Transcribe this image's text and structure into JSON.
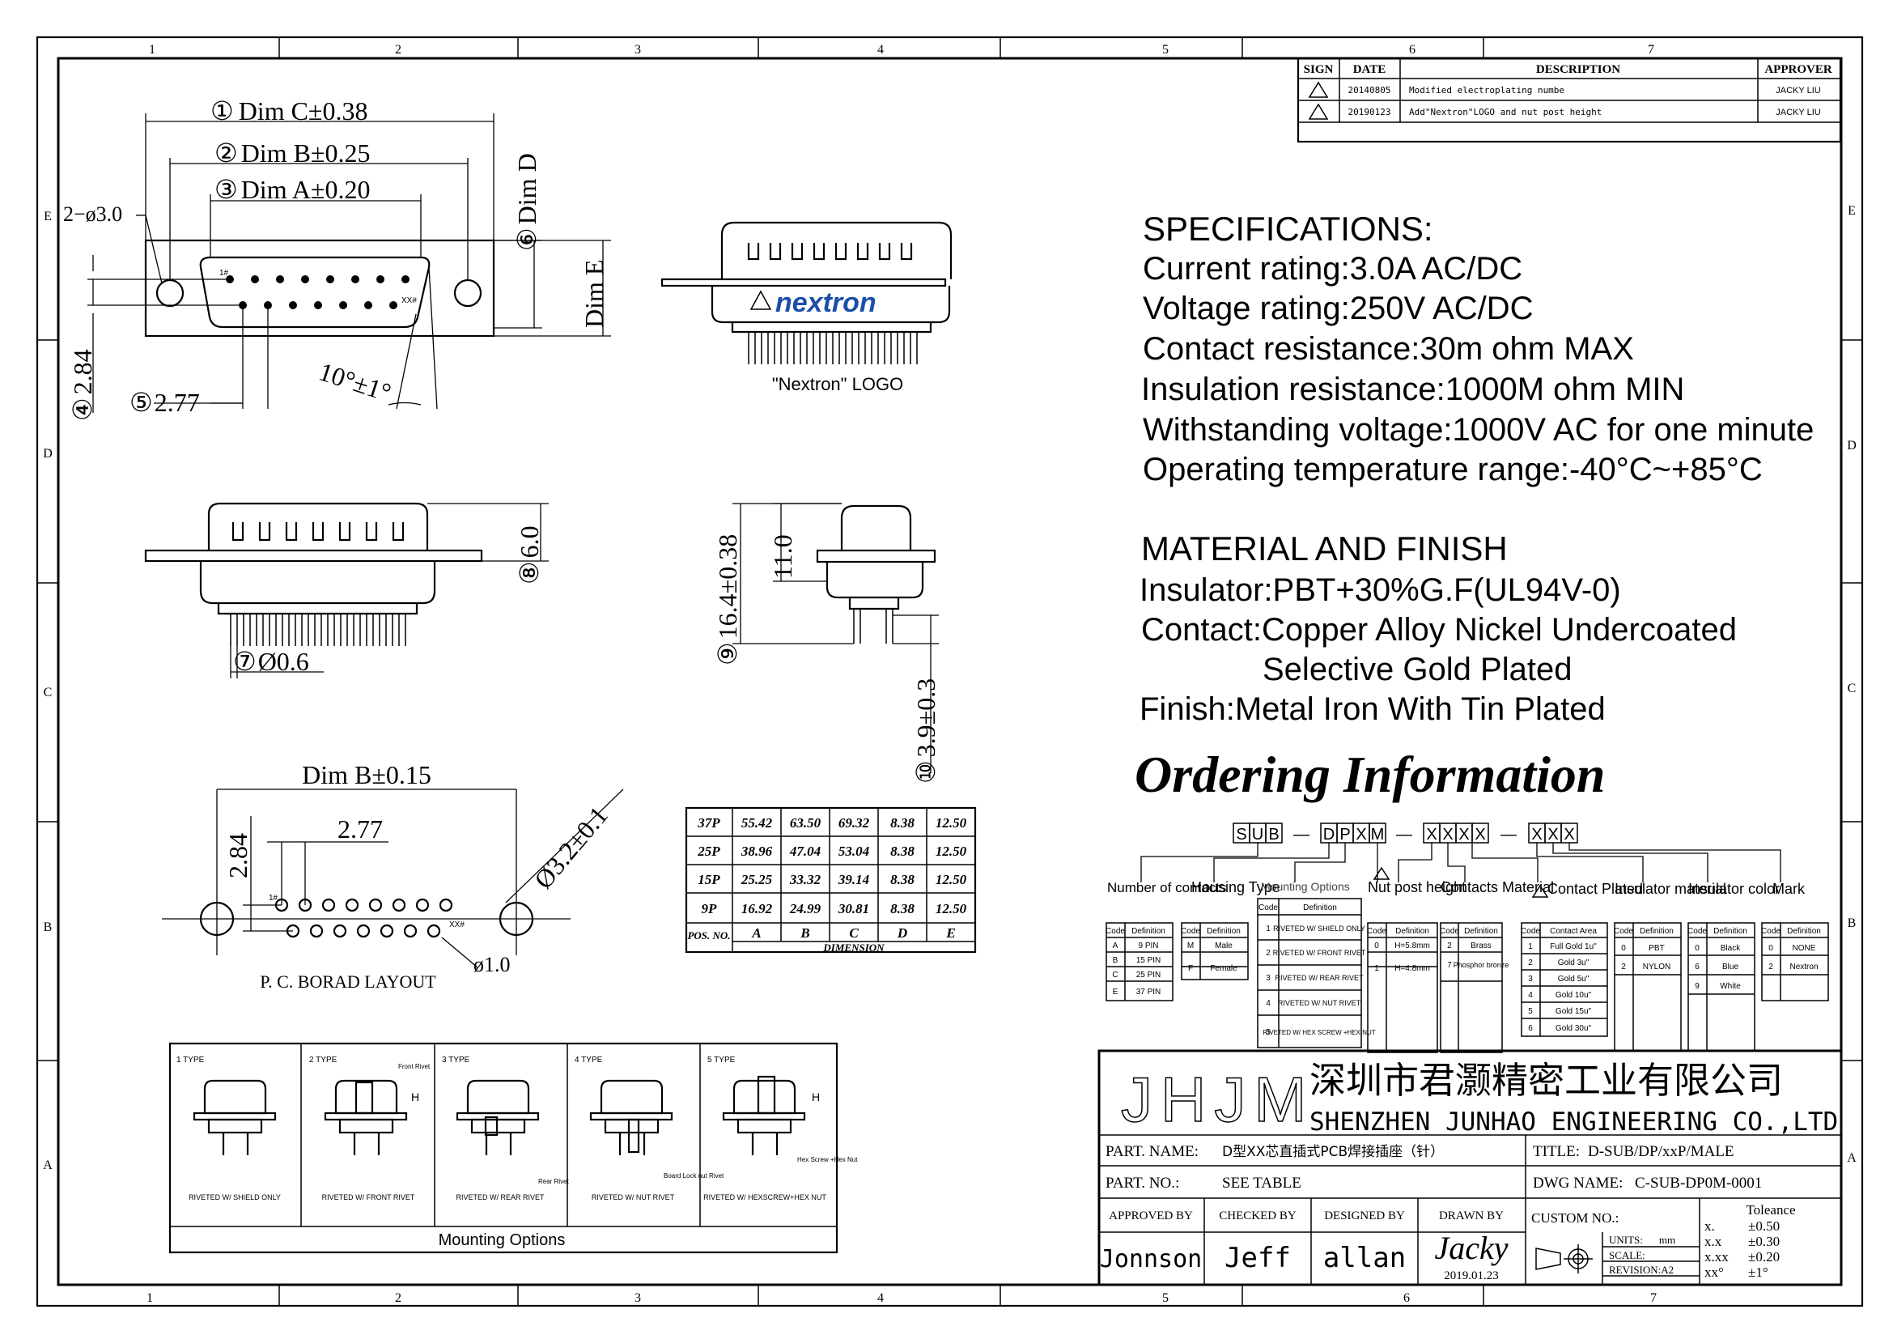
{
  "frame": {
    "columns": [
      "1",
      "2",
      "3",
      "4",
      "5",
      "6",
      "7"
    ],
    "rows": [
      "E",
      "D",
      "C",
      "B",
      "A"
    ]
  },
  "revisions": {
    "headers": [
      "SIGN",
      "DATE",
      "DESCRIPTION",
      "APPROVER"
    ],
    "rows": [
      {
        "date": "20140805",
        "description": "Modified electroplating numbe",
        "approver": "JACKY LIU"
      },
      {
        "date": "20190123",
        "description": "Add\"Nextron\"LOGO and nut post height",
        "approver": "JACKY LIU"
      }
    ]
  },
  "dims": {
    "c": "Dim C±0.38",
    "b": "Dim B±0.25",
    "a": "Dim A±0.20",
    "d": "Dim D",
    "e": "Dim E",
    "holes": "2−ø3.0",
    "h284": "2.84",
    "h277": "2.77",
    "angle": "10°±1°",
    "pin1": "1#",
    "pinxx": "XX#",
    "h60": "6.0",
    "h06": "Ø0.6",
    "h164": "16.4±0.38",
    "h110": "11.0",
    "h39": "3.9±0.3",
    "pcb_b": "Dim B±0.15",
    "pcb_284": "2.84",
    "pcb_277": "2.77",
    "pcb_32": "Ø3.2±0.1",
    "pcb_10": "ø1.0",
    "pcb_caption": "P. C. BORAD LAYOUT"
  },
  "callouts": [
    "①",
    "②",
    "③",
    "④",
    "⑤",
    "⑥",
    "⑦",
    "⑧",
    "⑨",
    "⑩"
  ],
  "logo": {
    "brand": "nextron",
    "caption": "\"Nextron\" LOGO"
  },
  "specifications": {
    "title": "SPECIFICATIONS:",
    "lines": [
      "Current rating:3.0A AC/DC",
      "Voltage rating:250V AC/DC",
      "Contact resistance:30m ohm MAX",
      "Insulation resistance:1000M ohm MIN",
      "Withstanding voltage:1000V AC for one minute",
      "Operating temperature range:-40°C~+85°C"
    ]
  },
  "material": {
    "title": "MATERIAL AND FINISH",
    "lines": [
      "Insulator:PBT+30%G.F(UL94V-0)",
      "Contact:Copper Alloy Nickel Undercoated",
      "Selective Gold Plated",
      "Finish:Metal Iron With Tin Plated"
    ]
  },
  "ordering": {
    "title": "Ordering Information",
    "code": [
      "S",
      "U",
      "B",
      "—",
      "D",
      "P",
      "X",
      "M",
      "—",
      "X",
      "X",
      "X",
      "X",
      "—",
      "X",
      "X",
      "X"
    ],
    "groups": [
      {
        "title": "Number of contacts",
        "headers": [
          "Code",
          "Definition"
        ],
        "rows": [
          [
            "A",
            "9 PIN"
          ],
          [
            "B",
            "15 PIN"
          ],
          [
            "C",
            "25 PIN"
          ],
          [
            "E",
            "37 PIN"
          ]
        ]
      },
      {
        "title": "Housing Type",
        "headers": [
          "Code",
          "Definition"
        ],
        "rows": [
          [
            "M",
            "Male"
          ],
          [
            "F",
            "Female"
          ]
        ]
      },
      {
        "title": "Mounting Options",
        "headers": [
          "Code",
          "Definition"
        ],
        "rows": [
          [
            "1",
            "RIVETED W/ SHIELD ONLY"
          ],
          [
            "2",
            "RIVETED W/ FRONT RIVET"
          ],
          [
            "3",
            "RIVETED W/ REAR RIVET"
          ],
          [
            "4",
            "RIVETED W/ NUT RIVET"
          ],
          [
            "5",
            "RIVETED W/ HEX SCREW +HEX NUT"
          ]
        ]
      },
      {
        "title": "Nut post height",
        "headers": [
          "Code",
          "Definition"
        ],
        "rows": [
          [
            "0",
            "H=5.8mm"
          ],
          [
            "1",
            "H=4.8mm"
          ]
        ]
      },
      {
        "title": "Contacts Material",
        "headers": [
          "Code",
          "Definition"
        ],
        "rows": [
          [
            "2",
            "Brass"
          ],
          [
            "7",
            "Phosphor bronze"
          ]
        ]
      },
      {
        "title": "Contact Plated",
        "headers": [
          "Code",
          "Contact Area"
        ],
        "rows": [
          [
            "1",
            "Full Gold 1u\""
          ],
          [
            "2",
            "Gold 3u\""
          ],
          [
            "3",
            "Gold 5u\""
          ],
          [
            "4",
            "Gold 10u\""
          ],
          [
            "5",
            "Gold 15u\""
          ],
          [
            "6",
            "Gold 30u\""
          ]
        ]
      },
      {
        "title": "Insulator material",
        "headers": [
          "Code",
          "Definition"
        ],
        "rows": [
          [
            "0",
            "PBT"
          ],
          [
            "2",
            "NYLON"
          ]
        ]
      },
      {
        "title": "Insulator color",
        "headers": [
          "Code",
          "Definition"
        ],
        "rows": [
          [
            "0",
            "Black"
          ],
          [
            "6",
            "Blue"
          ],
          [
            "9",
            "White"
          ]
        ]
      },
      {
        "title": "Mark",
        "headers": [
          "Code",
          "Definition"
        ],
        "rows": [
          [
            "0",
            "NONE"
          ],
          [
            "2",
            "Nextron"
          ]
        ]
      }
    ]
  },
  "dimension_table": {
    "rows": [
      [
        "37P",
        "55.42",
        "63.50",
        "69.32",
        "8.38",
        "12.50"
      ],
      [
        "25P",
        "38.96",
        "47.04",
        "53.04",
        "8.38",
        "12.50"
      ],
      [
        "15P",
        "25.25",
        "33.32",
        "39.14",
        "8.38",
        "12.50"
      ],
      [
        "9P",
        "16.92",
        "24.99",
        "30.81",
        "8.38",
        "12.50"
      ]
    ],
    "footer": [
      "POS. NO.",
      "A",
      "B",
      "C",
      "D",
      "E"
    ],
    "footer_label": "DIMENSION"
  },
  "mounting": {
    "title": "Mounting Options",
    "types": [
      {
        "label": "1 TYPE",
        "caption": "RIVETED W/ SHIELD ONLY"
      },
      {
        "label": "2 TYPE",
        "caption": "RIVETED W/ FRONT RIVET",
        "note": "Front Rivet"
      },
      {
        "label": "3 TYPE",
        "caption": "RIVETED W/ REAR RIVET",
        "note": "Rear Rivet"
      },
      {
        "label": "4 TYPE",
        "caption": "RIVETED W/ NUT RIVET",
        "note": "Board Lock nut Rivet"
      },
      {
        "label": "5 TYPE",
        "caption": "RIVETED W/ HEXSCREW+HEX NUT",
        "note": "Hex Screw +Hex Nut"
      }
    ],
    "h": "H"
  },
  "title_block": {
    "logo": "JHJM",
    "company_cn": "深圳市君灏精密工业有限公司",
    "company_en": "SHENZHEN JUNHAO ENGINEERING CO.,LTD",
    "part_name_label": "PART. NAME:",
    "part_name": "D型XX芯直插式PCB焊接插座（针）",
    "title_label": "TITLE:",
    "title": "D-SUB/DP/xxP/MALE",
    "part_no_label": "PART. NO.:",
    "part_no": "SEE TABLE",
    "dwg_label": "DWG NAME:",
    "dwg": "C-SUB-DP0M-0001",
    "approved_label": "APPROVED BY",
    "checked_label": "CHECKED BY",
    "designed_label": "DESIGNED BY",
    "drawn_label": "DRAWN BY",
    "custom_label": "CUSTOM NO.:",
    "approved": "Jonnson",
    "checked": "Jeff",
    "designed": "allan",
    "drawn": "Jacky",
    "date": "2019.01.23",
    "units_label": "UNITS:",
    "units": "mm",
    "scale_label": "SCALE:",
    "revision_label": "REVISION:A2",
    "tolerance_title": "Toleance",
    "tolerance": [
      [
        "x.",
        "±0.50"
      ],
      [
        "x.x",
        "±0.30"
      ],
      [
        "x.xx",
        "±0.20"
      ],
      [
        "xx°",
        "±1°"
      ]
    ]
  }
}
